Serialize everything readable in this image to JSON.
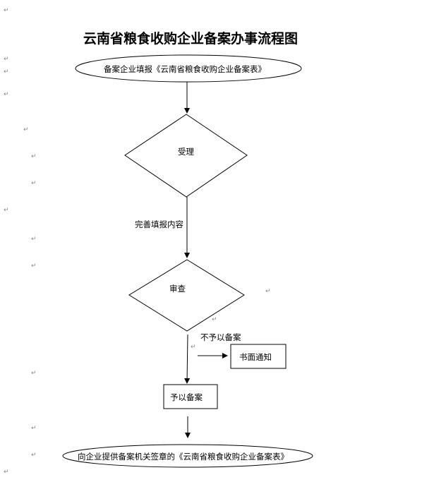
{
  "title": "云南省粮食收购企业备案办事流程图",
  "paragraph_mark": "↵",
  "flowchart": {
    "start": "备案企业填报《云南省粮食收购企业备案表》",
    "accept": "受理",
    "improve_label": "完善填报内容",
    "review": "审查",
    "reject_label": "不予以备案",
    "written_notice": "书面通知",
    "approve": "予以备案",
    "end": "向企业提供备案机关签章的《云南省粮食收购企业备案表》"
  }
}
